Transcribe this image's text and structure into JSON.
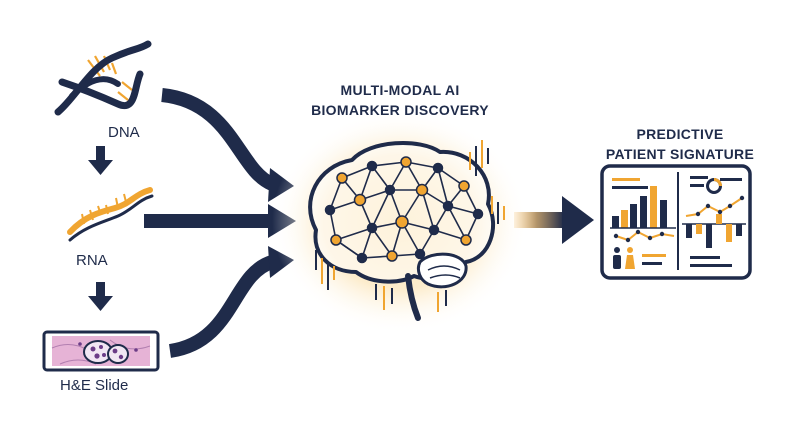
{
  "inputs": {
    "dna": "DNA",
    "rna": "RNA",
    "slide": "H&E Slide"
  },
  "center": {
    "title_line1": "MULTI-MODAL AI",
    "title_line2": "BIOMARKER DISCOVERY"
  },
  "output": {
    "title_line1": "PREDICTIVE",
    "title_line2": "PATIENT SIGNATURE"
  },
  "colors": {
    "navy": "#1f2b4a",
    "gold": "#f0a531",
    "glow": "#f8d48c",
    "tissue": "#e6b3d6",
    "nucleus": "#6b3c87"
  },
  "icons": [
    "dna-helix-icon",
    "rna-strand-icon",
    "he-slide-icon",
    "brain-network-icon",
    "dashboard-icon",
    "patient-icon"
  ]
}
